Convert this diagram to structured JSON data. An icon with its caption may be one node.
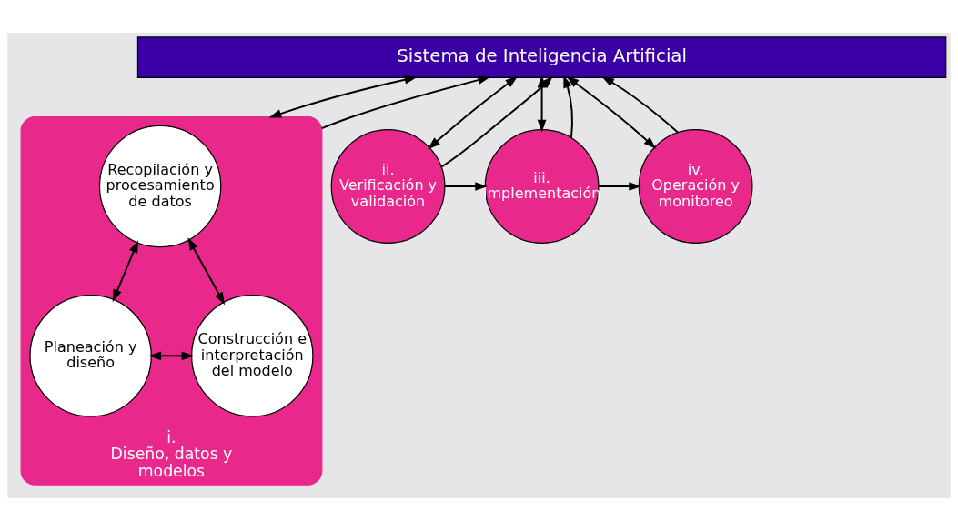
{
  "diagram": {
    "nodes": [
      {
        "text": [
          "Sistema de Inteligencia Artificial"
        ]
      },
      {
        "text": [
          "i.",
          "Diseño, datos y modelos"
        ]
      },
      {
        "text": [
          "Recopilación y procesamiento de datos"
        ],
        "in": 1
      },
      {
        "text": [
          "Planeación y diseño"
        ],
        "in": 1
      },
      {
        "text": [
          "Construcción e interpretación del modelo"
        ],
        "in": 1
      },
      {
        "text": [
          "ii.",
          "Verificación y validación"
        ]
      },
      {
        "text": [
          "iii.",
          "Implementación"
        ]
      },
      {
        "text": [
          "iv.",
          "Operación y monitoreo"
        ]
      }
    ],
    "edges": [
      {
        "from": 1,
        "to": 0,
        "arrow": "both"
      },
      {
        "from": 1,
        "to": 0,
        "arrow": "to"
      },
      {
        "from": 2,
        "to": 3,
        "arrow": "both"
      },
      {
        "from": 2,
        "to": 4,
        "arrow": "both"
      },
      {
        "from": 3,
        "to": 4,
        "arrow": "both"
      },
      {
        "from": 5,
        "to": 0,
        "arrow": "both"
      },
      {
        "from": 5,
        "to": 0,
        "arrow": "to"
      },
      {
        "from": 5,
        "to": 6,
        "arrow": "to"
      },
      {
        "from": 6,
        "to": 0,
        "arrow": "both"
      },
      {
        "from": 6,
        "to": 0,
        "arrow": "to"
      },
      {
        "from": 6,
        "to": 7,
        "arrow": "to"
      },
      {
        "from": 7,
        "to": 0,
        "arrow": "both"
      },
      {
        "from": 7,
        "to": 0,
        "arrow": "to"
      }
    ]
  }
}
